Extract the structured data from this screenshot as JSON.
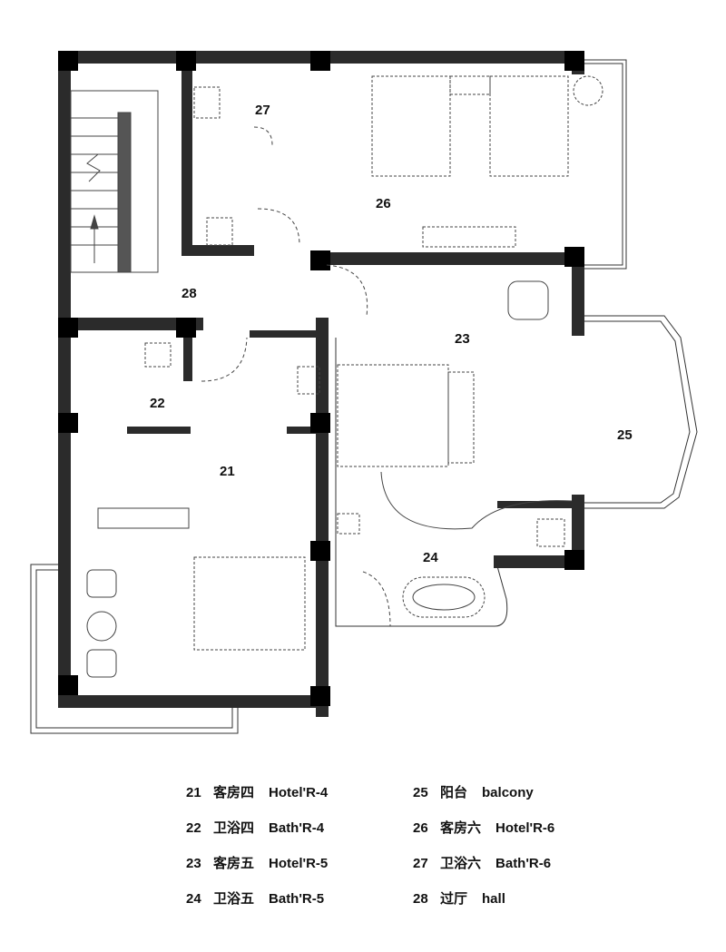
{
  "rooms": [
    {
      "id": "21",
      "label": "21"
    },
    {
      "id": "22",
      "label": "22"
    },
    {
      "id": "23",
      "label": "23"
    },
    {
      "id": "24",
      "label": "24"
    },
    {
      "id": "25",
      "label": "25"
    },
    {
      "id": "26",
      "label": "26"
    },
    {
      "id": "27",
      "label": "27"
    },
    {
      "id": "28",
      "label": "28"
    }
  ],
  "legend": {
    "left": [
      {
        "num": "21",
        "zh": "客房四",
        "en": "Hotel'R-4"
      },
      {
        "num": "22",
        "zh": "卫浴四",
        "en": "Bath'R-4"
      },
      {
        "num": "23",
        "zh": "客房五",
        "en": "Hotel'R-5"
      },
      {
        "num": "24",
        "zh": "卫浴五",
        "en": "Bath'R-5"
      }
    ],
    "right": [
      {
        "num": "25",
        "zh": "阳台",
        "en": "balcony"
      },
      {
        "num": "26",
        "zh": "客房六",
        "en": "Hotel'R-6"
      },
      {
        "num": "27",
        "zh": "卫浴六",
        "en": "Bath'R-6"
      },
      {
        "num": "28",
        "zh": "过厅",
        "en": "hall"
      }
    ]
  }
}
